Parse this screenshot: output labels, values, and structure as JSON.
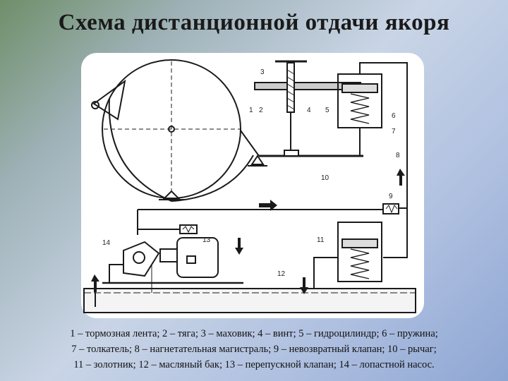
{
  "slide": {
    "title": "Схема дистанционной отдачи якоря",
    "caption_lines": [
      "1 – тормозная лента; 2 – тяга; 3 – маховик; 4 – винт; 5 – гидроцилиндр; 6 – пружина;",
      "7 – толкатель; 8 – нагнетательная магистраль; 9 – невозвратный клапан; 10 – рычаг;",
      "11 – золотник; 12 – масляный бак; 13 – перепускной клапан; 14 – лопастной насос."
    ]
  },
  "diagram": {
    "callouts": [
      "1",
      "2",
      "3",
      "4",
      "5",
      "6",
      "7",
      "8",
      "9",
      "10",
      "11",
      "12",
      "13",
      "14"
    ]
  }
}
